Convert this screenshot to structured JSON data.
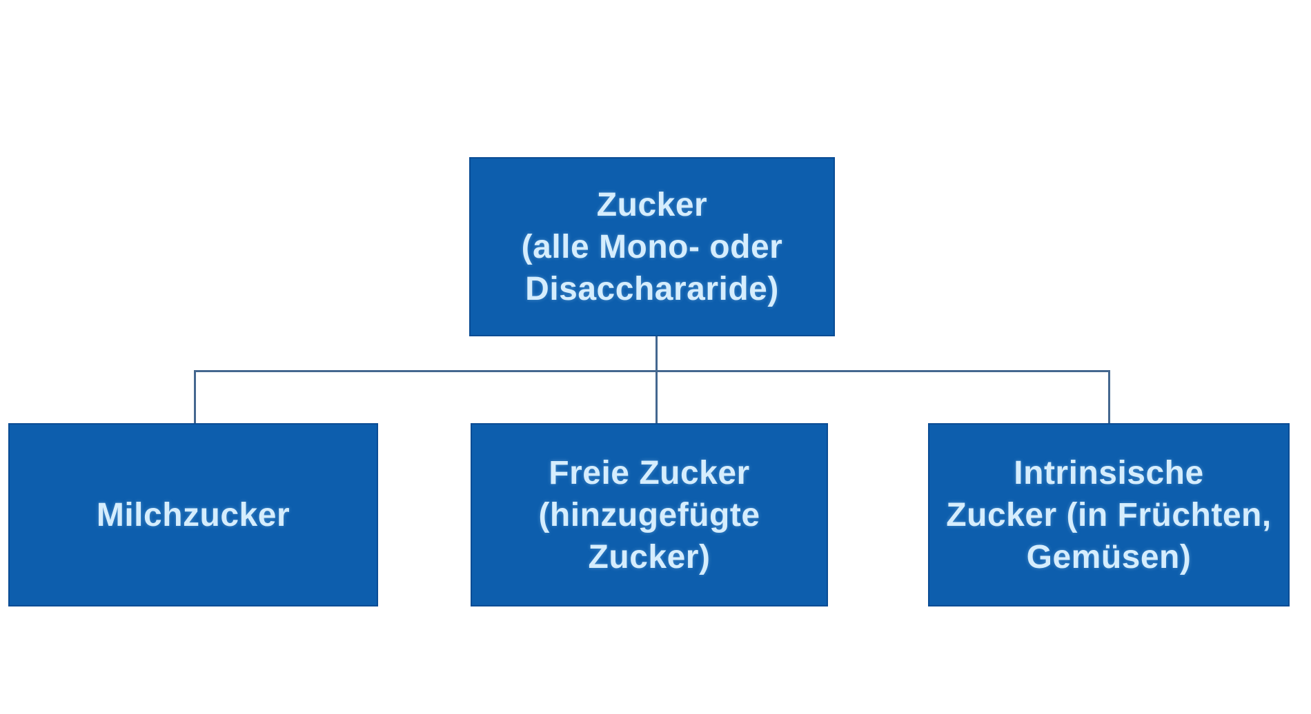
{
  "diagram": {
    "colors": {
      "box_fill": "#0d5ead",
      "box_border": "#0a4c94",
      "text_color": "#d5edfd",
      "connector": "#44678f",
      "background": "#ffffff"
    },
    "root": {
      "text": "Zucker (alle Mono- oder Disacchararide)",
      "lines": [
        "Zucker",
        "(alle Mono- oder",
        "Disacchararide)"
      ]
    },
    "children": [
      {
        "text": "Milchzucker",
        "lines": [
          "Milchzucker"
        ]
      },
      {
        "text": "Freie Zucker (hinzugefügte Zucker)",
        "lines": [
          "Freie Zucker",
          "(hinzugefügte",
          "Zucker)"
        ]
      },
      {
        "text": "Intrinsische Zucker (in Früchten, Gemüsen)",
        "lines": [
          "Intrinsische",
          "Zucker (in Früchten,",
          "Gemüsen)"
        ]
      }
    ]
  }
}
